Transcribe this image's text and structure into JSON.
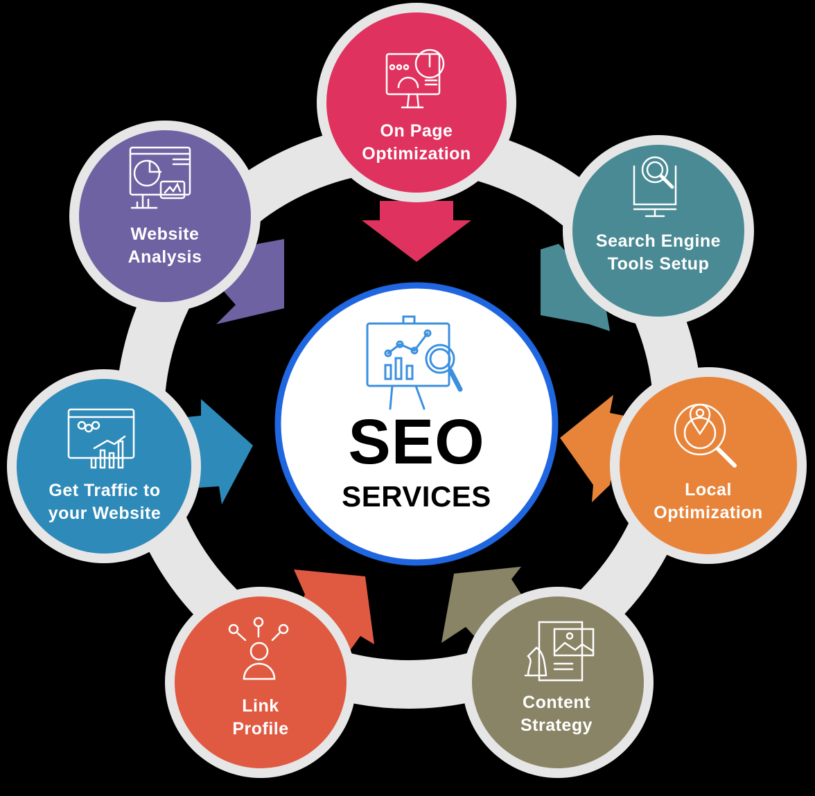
{
  "diagram": {
    "title": "SEO",
    "subtitle": "SERVICES",
    "background": "#000000",
    "ring_color": "#e6e6e6",
    "center": {
      "fill": "#ffffff",
      "border": "#1f66e0",
      "icon": "presentation-chart-magnifier-icon",
      "icon_color": "#3a8fe0"
    },
    "nodes": [
      {
        "id": "on-page",
        "line1": "On Page",
        "line2": "Optimization",
        "color": "#e0325e",
        "icon": "monitor-speed-gear-icon"
      },
      {
        "id": "search-engine-tools",
        "line1": "Search Engine",
        "line2": "Tools Setup",
        "color": "#4a8a94",
        "icon": "monitor-gear-search-icon"
      },
      {
        "id": "local-optimization",
        "line1": "Local",
        "line2": "Optimization",
        "color": "#e8843a",
        "icon": "location-pin-search-icon"
      },
      {
        "id": "content-strategy",
        "line1": "Content",
        "line2": "Strategy",
        "color": "#8a8466",
        "icon": "chess-knight-document-icon"
      },
      {
        "id": "link-profile",
        "line1": "Link",
        "line2": "Profile",
        "color": "#e05a42",
        "icon": "user-links-icon"
      },
      {
        "id": "get-traffic",
        "line1": "Get Traffic to",
        "line2": "your Website",
        "color": "#2e8ab8",
        "icon": "browser-users-growth-icon"
      },
      {
        "id": "website-analysis",
        "line1": "Website",
        "line2": "Analysis",
        "color": "#6e62a3",
        "icon": "browser-analytics-icon"
      }
    ]
  }
}
